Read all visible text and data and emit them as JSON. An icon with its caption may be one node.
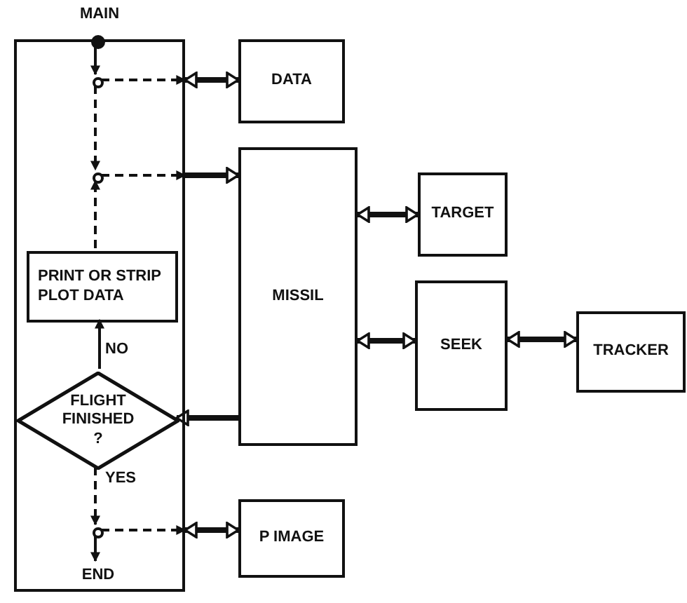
{
  "diagram": {
    "nodes": [
      {
        "text": [
          "MAIN"
        ]
      },
      {
        "text": [],
        "shape": "circle",
        "in": 0
      },
      {
        "text": [],
        "shape": "circle",
        "in": 0
      },
      {
        "text": [],
        "shape": "circle",
        "in": 0
      },
      {
        "text": [
          "PRINT OR STRIP PLOT DATA"
        ],
        "in": 0
      },
      {
        "text": [
          "FLIGHT FINISHED ?"
        ],
        "in": 0
      },
      {
        "text": [],
        "shape": "circle",
        "in": 0
      },
      {
        "text": [
          "END"
        ],
        "in": 0
      },
      {
        "text": [
          "DATA"
        ]
      },
      {
        "text": [
          "MISSIL"
        ]
      },
      {
        "text": [
          "TARGET"
        ]
      },
      {
        "text": [
          "SEEK"
        ]
      },
      {
        "text": [
          "TRACKER"
        ]
      },
      {
        "text": [
          "P IMAGE"
        ]
      }
    ],
    "edges": [
      {
        "from": 1,
        "to": 2,
        "arrow": "to"
      },
      {
        "from": 2,
        "to": 0,
        "arrow": "to",
        "style": "dashed"
      },
      {
        "from": 0,
        "to": 8,
        "arrow": "both",
        "style": "thick"
      },
      {
        "from": 2,
        "to": 3,
        "arrow": "to",
        "style": "dashed"
      },
      {
        "from": 3,
        "to": 0,
        "arrow": "to",
        "style": "dashed"
      },
      {
        "from": 0,
        "to": 9,
        "arrow": "to",
        "style": "thick"
      },
      {
        "from": 4,
        "to": 3,
        "arrow": "to",
        "style": "dashed"
      },
      {
        "from": 5,
        "to": 4,
        "arrow": "to",
        "label": "NO"
      },
      {
        "from": 9,
        "to": 5,
        "arrow": "to",
        "style": "thick"
      },
      {
        "from": 5,
        "to": 6,
        "arrow": "to",
        "label": "YES",
        "style": "dashed"
      },
      {
        "from": 6,
        "to": 7,
        "arrow": "to"
      },
      {
        "from": 6,
        "to": 0,
        "arrow": "to",
        "style": "dashed"
      },
      {
        "from": 0,
        "to": 13,
        "arrow": "both",
        "style": "thick"
      },
      {
        "from": 9,
        "to": 10,
        "arrow": "both",
        "style": "thick"
      },
      {
        "from": 9,
        "to": 11,
        "arrow": "both",
        "style": "thick"
      },
      {
        "from": 11,
        "to": 12,
        "arrow": "both",
        "style": "thick"
      }
    ]
  }
}
